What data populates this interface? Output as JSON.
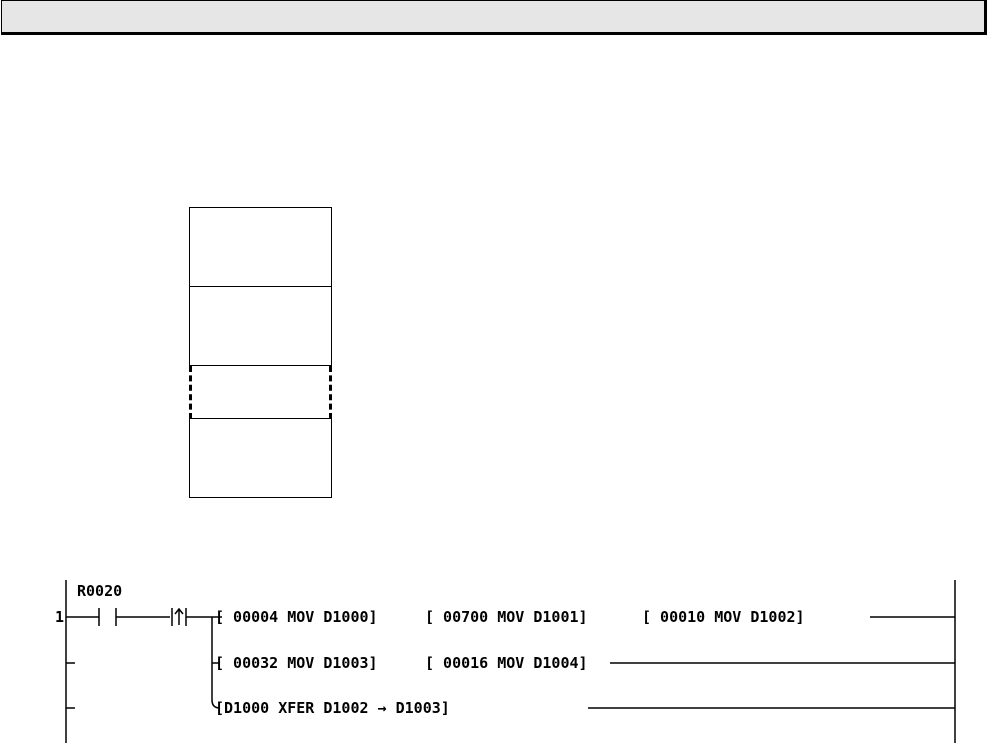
{
  "title_bar": {
    "text": ""
  },
  "ladder": {
    "rung_number": "1",
    "contact_label": "R0020",
    "rows": [
      [
        "[ 00004 MOV D1000]",
        "[ 00700 MOV D1001]",
        "[ 00010 MOV D1002]"
      ],
      [
        "[ 00032 MOV D1003]",
        "[ 00016 MOV D1004]"
      ],
      [
        "[D1000 XFER  D1002   →  D1003]"
      ]
    ]
  }
}
